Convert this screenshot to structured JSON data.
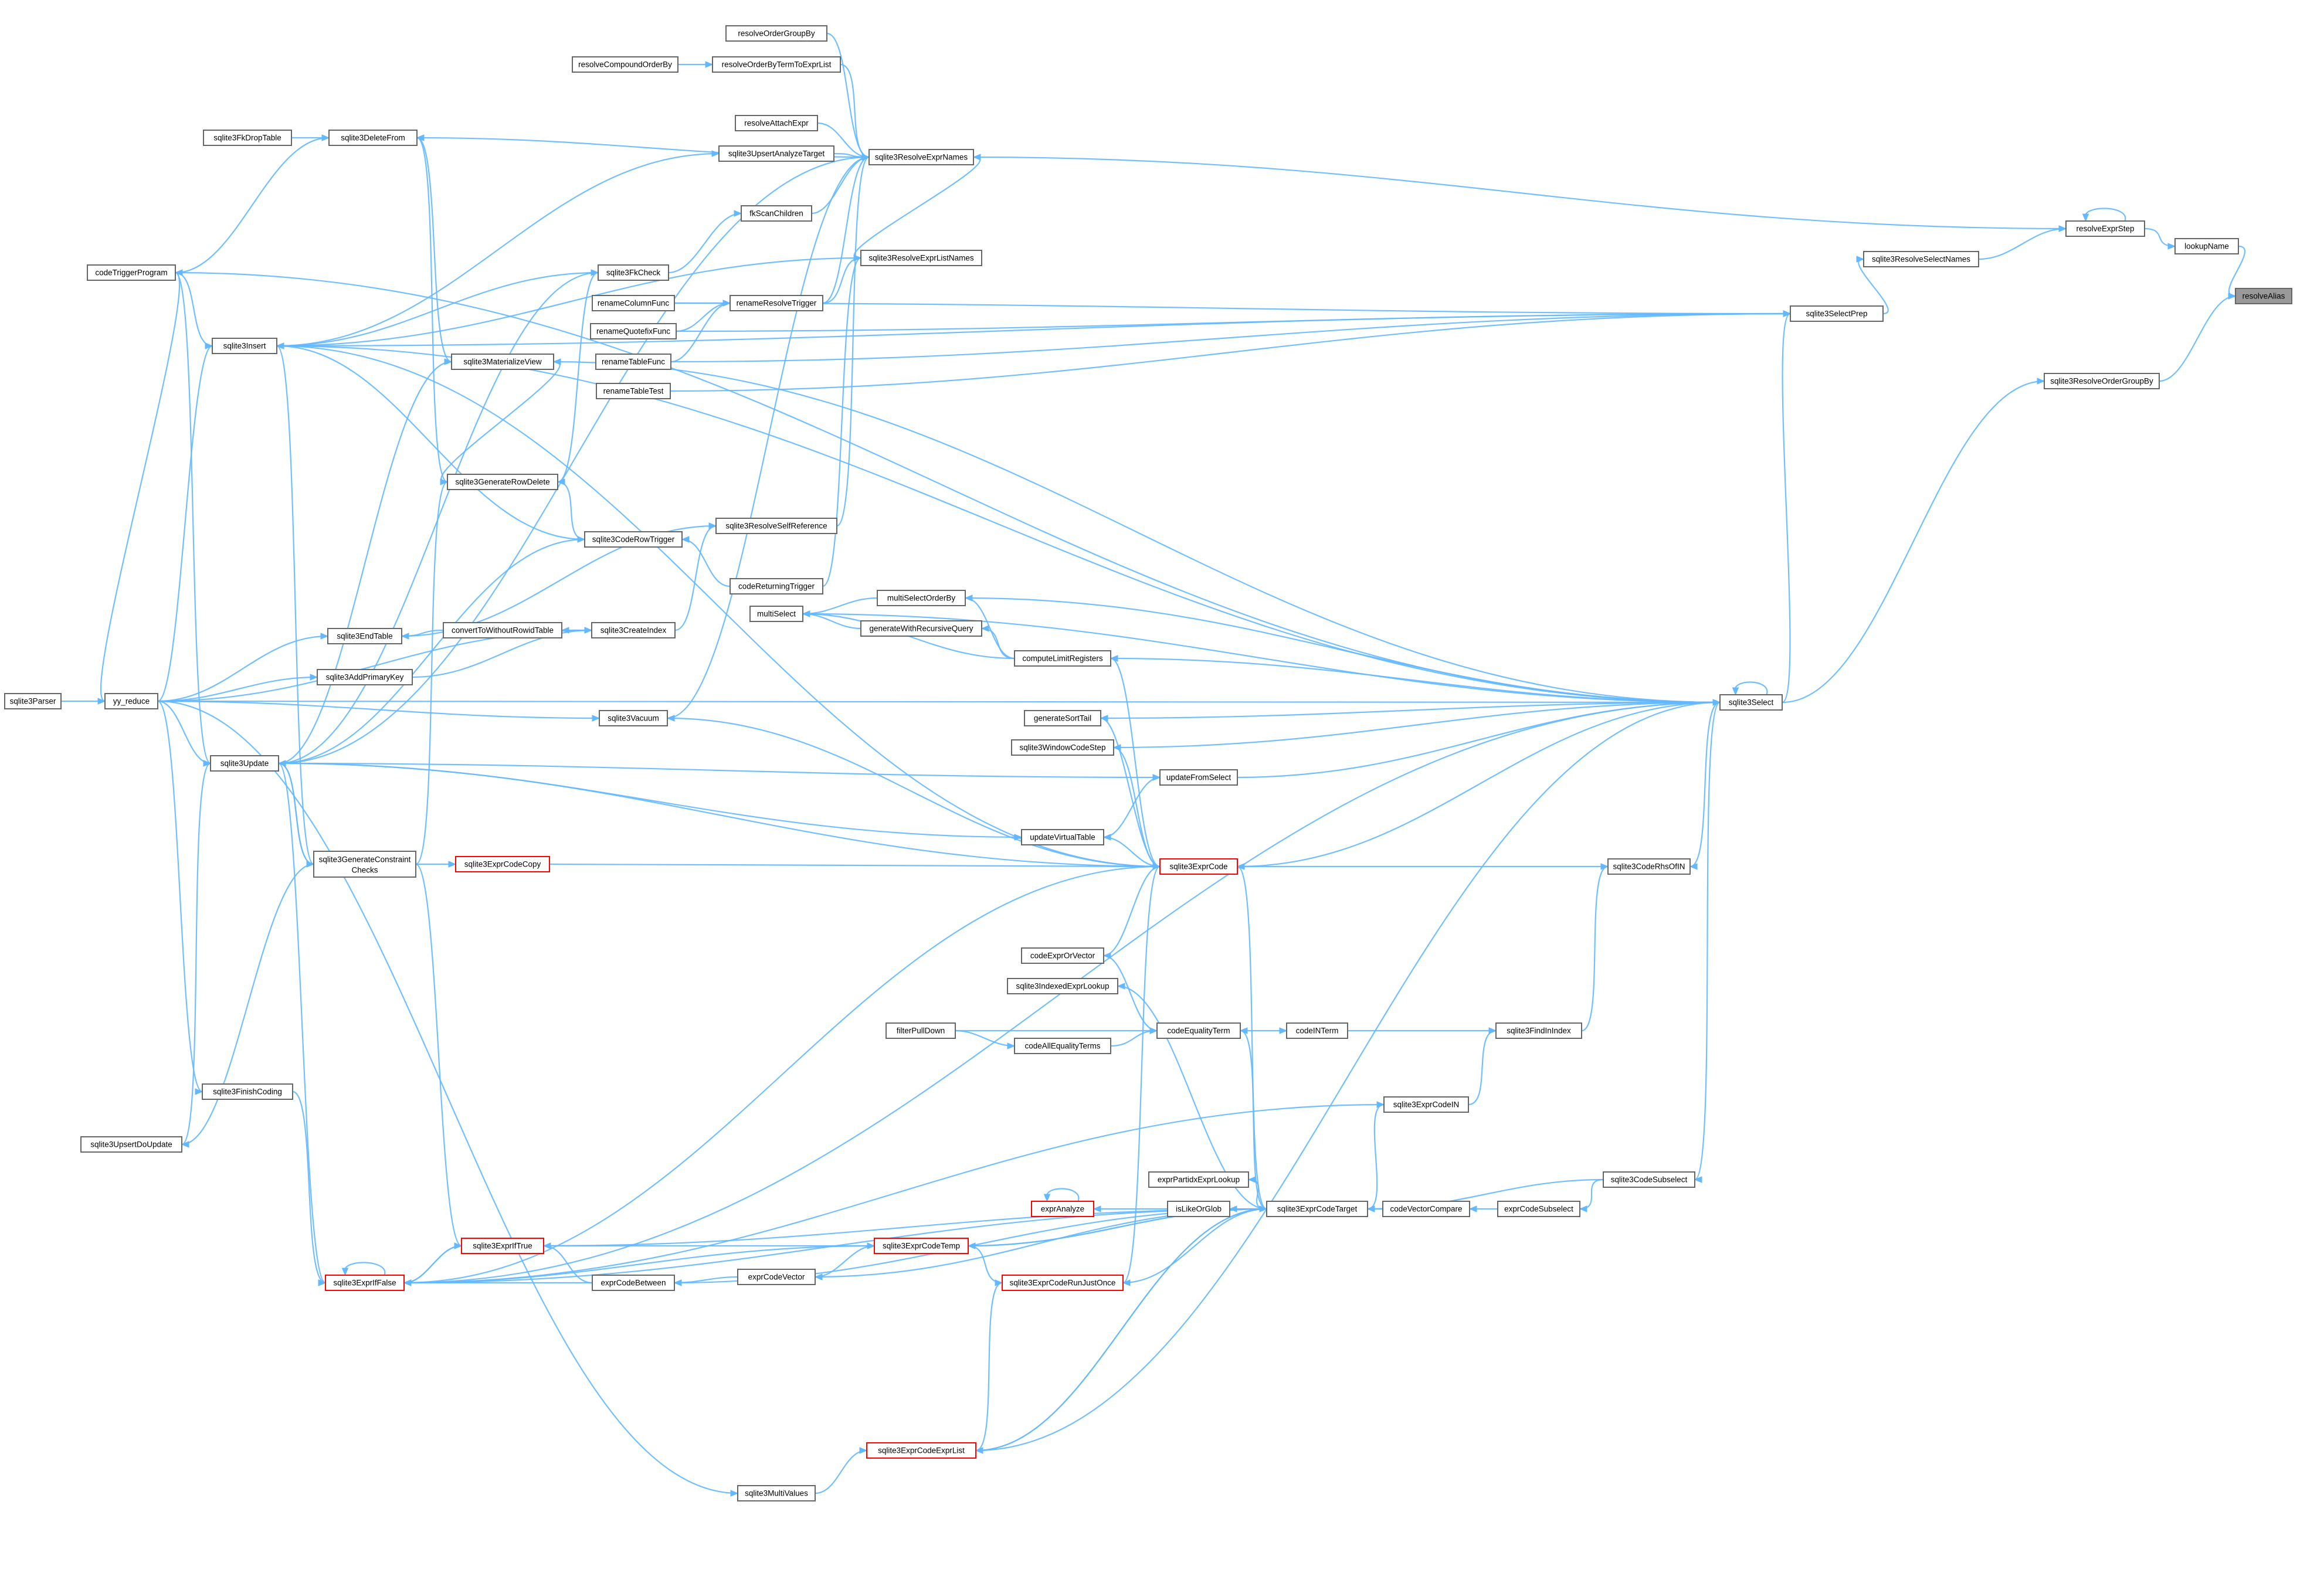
{
  "diagram": {
    "root": "resolveAlias",
    "nodes": [
      {
        "id": "resolveAlias",
        "label": "resolveAlias",
        "style": "root"
      },
      {
        "id": "lookupName",
        "label": "lookupName"
      },
      {
        "id": "sqlite3ResolveOrderGroupBy",
        "label": "sqlite3ResolveOrderGroupBy"
      },
      {
        "id": "resolveExprStep",
        "label": "resolveExprStep"
      },
      {
        "id": "sqlite3ResolveSelectNames",
        "label": "sqlite3ResolveSelectNames"
      },
      {
        "id": "sqlite3SelectPrep",
        "label": "sqlite3SelectPrep"
      },
      {
        "id": "sqlite3Select",
        "label": "sqlite3Select"
      },
      {
        "id": "resolveOrderGroupBy",
        "label": "resolveOrderGroupBy"
      },
      {
        "id": "resolveCompoundOrderBy",
        "label": "resolveCompoundOrderBy"
      },
      {
        "id": "resolveOrderByTermToExprList",
        "label": "resolveOrderByTermToExprList"
      },
      {
        "id": "resolveAttachExpr",
        "label": "resolveAttachExpr"
      },
      {
        "id": "sqlite3ResolveExprNames",
        "label": "sqlite3ResolveExprNames"
      },
      {
        "id": "sqlite3FkDropTable",
        "label": "sqlite3FkDropTable"
      },
      {
        "id": "sqlite3DeleteFrom",
        "label": "sqlite3DeleteFrom"
      },
      {
        "id": "sqlite3UpsertAnalyzeTarget",
        "label": "sqlite3UpsertAnalyzeTarget"
      },
      {
        "id": "fkScanChildren",
        "label": "fkScanChildren"
      },
      {
        "id": "codeTriggerProgram",
        "label": "codeTriggerProgram"
      },
      {
        "id": "sqlite3FkCheck",
        "label": "sqlite3FkCheck"
      },
      {
        "id": "sqlite3ResolveExprListNames",
        "label": "sqlite3ResolveExprListNames"
      },
      {
        "id": "renameColumnFunc",
        "label": "renameColumnFunc"
      },
      {
        "id": "renameResolveTrigger",
        "label": "renameResolveTrigger"
      },
      {
        "id": "renameQuotefixFunc",
        "label": "renameQuotefixFunc"
      },
      {
        "id": "sqlite3Insert",
        "label": "sqlite3Insert"
      },
      {
        "id": "renameTableFunc",
        "label": "renameTableFunc"
      },
      {
        "id": "sqlite3MaterializeView",
        "label": "sqlite3MaterializeView"
      },
      {
        "id": "renameTableTest",
        "label": "renameTableTest"
      },
      {
        "id": "sqlite3GenerateRowDelete",
        "label": "sqlite3GenerateRowDelete"
      },
      {
        "id": "sqlite3ResolveSelfReference",
        "label": "sqlite3ResolveSelfReference"
      },
      {
        "id": "sqlite3CodeRowTrigger",
        "label": "sqlite3CodeRowTrigger"
      },
      {
        "id": "codeReturningTrigger",
        "label": "codeReturningTrigger"
      },
      {
        "id": "multiSelectOrderBy",
        "label": "multiSelectOrderBy"
      },
      {
        "id": "multiSelect",
        "label": "multiSelect"
      },
      {
        "id": "sqlite3EndTable",
        "label": "sqlite3EndTable"
      },
      {
        "id": "convertToWithoutRowidTable",
        "label": "convertToWithoutRowidTable"
      },
      {
        "id": "sqlite3CreateIndex",
        "label": "sqlite3CreateIndex"
      },
      {
        "id": "generateWithRecursiveQuery",
        "label": "generateWithRecursiveQuery"
      },
      {
        "id": "computeLimitRegisters",
        "label": "computeLimitRegisters"
      },
      {
        "id": "sqlite3AddPrimaryKey",
        "label": "sqlite3AddPrimaryKey"
      },
      {
        "id": "sqlite3Parser",
        "label": "sqlite3Parser"
      },
      {
        "id": "yy_reduce",
        "label": "yy_reduce"
      },
      {
        "id": "sqlite3Vacuum",
        "label": "sqlite3Vacuum"
      },
      {
        "id": "generateSortTail",
        "label": "generateSortTail"
      },
      {
        "id": "sqlite3WindowCodeStep",
        "label": "sqlite3WindowCodeStep"
      },
      {
        "id": "sqlite3Update",
        "label": "sqlite3Update"
      },
      {
        "id": "updateFromSelect",
        "label": "updateFromSelect"
      },
      {
        "id": "updateVirtualTable",
        "label": "updateVirtualTable"
      },
      {
        "id": "sqlite3GenerateConstraintChecks",
        "label": "sqlite3GenerateConstraint",
        "label2": "Checks"
      },
      {
        "id": "sqlite3ExprCodeCopy",
        "label": "sqlite3ExprCodeCopy",
        "style": "red"
      },
      {
        "id": "sqlite3ExprCode",
        "label": "sqlite3ExprCode",
        "style": "red"
      },
      {
        "id": "sqlite3CodeRhsOfIN",
        "label": "sqlite3CodeRhsOfIN"
      },
      {
        "id": "codeExprOrVector",
        "label": "codeExprOrVector"
      },
      {
        "id": "sqlite3IndexedExprLookup",
        "label": "sqlite3IndexedExprLookup"
      },
      {
        "id": "filterPullDown",
        "label": "filterPullDown"
      },
      {
        "id": "codeEqualityTerm",
        "label": "codeEqualityTerm"
      },
      {
        "id": "codeINTerm",
        "label": "codeINTerm"
      },
      {
        "id": "sqlite3FindInIndex",
        "label": "sqlite3FindInIndex"
      },
      {
        "id": "codeAllEqualityTerms",
        "label": "codeAllEqualityTerms"
      },
      {
        "id": "sqlite3FinishCoding",
        "label": "sqlite3FinishCoding"
      },
      {
        "id": "sqlite3ExprCodeIN",
        "label": "sqlite3ExprCodeIN"
      },
      {
        "id": "sqlite3UpsertDoUpdate",
        "label": "sqlite3UpsertDoUpdate"
      },
      {
        "id": "exprPartidxExprLookup",
        "label": "exprPartidxExprLookup"
      },
      {
        "id": "sqlite3CodeSubselect",
        "label": "sqlite3CodeSubselect"
      },
      {
        "id": "exprAnalyze",
        "label": "exprAnalyze",
        "style": "red"
      },
      {
        "id": "isLikeOrGlob",
        "label": "isLikeOrGlob"
      },
      {
        "id": "sqlite3ExprCodeTarget",
        "label": "sqlite3ExprCodeTarget"
      },
      {
        "id": "codeVectorCompare",
        "label": "codeVectorCompare"
      },
      {
        "id": "exprCodeSubselect",
        "label": "exprCodeSubselect"
      },
      {
        "id": "sqlite3ExprIfTrue",
        "label": "sqlite3ExprIfTrue",
        "style": "red"
      },
      {
        "id": "sqlite3ExprCodeTemp",
        "label": "sqlite3ExprCodeTemp",
        "style": "red"
      },
      {
        "id": "sqlite3ExprIfFalse",
        "label": "sqlite3ExprIfFalse",
        "style": "red"
      },
      {
        "id": "exprCodeBetween",
        "label": "exprCodeBetween"
      },
      {
        "id": "exprCodeVector",
        "label": "exprCodeVector"
      },
      {
        "id": "sqlite3ExprCodeRunJustOnce",
        "label": "sqlite3ExprCodeRunJustOnce",
        "style": "red"
      },
      {
        "id": "sqlite3ExprCodeExprList",
        "label": "sqlite3ExprCodeExprList",
        "style": "red"
      },
      {
        "id": "sqlite3MultiValues",
        "label": "sqlite3MultiValues"
      }
    ],
    "edges": [
      [
        "lookupName",
        "resolveAlias"
      ],
      [
        "sqlite3ResolveOrderGroupBy",
        "resolveAlias"
      ],
      [
        "resolveExprStep",
        "lookupName"
      ],
      [
        "resolveExprStep",
        "resolveExprStep"
      ],
      [
        "sqlite3ResolveSelectNames",
        "resolveExprStep"
      ],
      [
        "sqlite3ResolveExprNames",
        "resolveExprStep"
      ],
      [
        "sqlite3SelectPrep",
        "sqlite3ResolveSelectNames"
      ],
      [
        "sqlite3Select",
        "sqlite3SelectPrep"
      ],
      [
        "sqlite3Select",
        "sqlite3ResolveOrderGroupBy"
      ],
      [
        "sqlite3Select",
        "sqlite3Select"
      ],
      [
        "resolveOrderGroupBy",
        "sqlite3ResolveExprNames"
      ],
      [
        "resolveCompoundOrderBy",
        "resolveOrderByTermToExprList"
      ],
      [
        "resolveOrderByTermToExprList",
        "sqlite3ResolveExprNames"
      ],
      [
        "resolveAttachExpr",
        "sqlite3ResolveExprNames"
      ],
      [
        "sqlite3FkDropTable",
        "sqlite3DeleteFrom"
      ],
      [
        "sqlite3UpsertAnalyzeTarget",
        "sqlite3ResolveExprNames"
      ],
      [
        "sqlite3DeleteFrom",
        "sqlite3ResolveExprNames"
      ],
      [
        "fkScanChildren",
        "sqlite3ResolveExprNames"
      ],
      [
        "codeTriggerProgram",
        "sqlite3DeleteFrom"
      ],
      [
        "sqlite3Insert",
        "sqlite3UpsertAnalyzeTarget"
      ],
      [
        "sqlite3FkCheck",
        "fkScanChildren"
      ],
      [
        "sqlite3ResolveExprListNames",
        "sqlite3ResolveExprNames"
      ],
      [
        "sqlite3ResolveSelfReference",
        "sqlite3ResolveExprNames"
      ],
      [
        "renameResolveTrigger",
        "sqlite3ResolveExprNames"
      ],
      [
        "renameResolveTrigger",
        "sqlite3ResolveExprListNames"
      ],
      [
        "renameColumnFunc",
        "renameResolveTrigger"
      ],
      [
        "renameQuotefixFunc",
        "renameResolveTrigger"
      ],
      [
        "renameTableFunc",
        "renameResolveTrigger"
      ],
      [
        "renameColumnFunc",
        "sqlite3SelectPrep"
      ],
      [
        "renameQuotefixFunc",
        "sqlite3SelectPrep"
      ],
      [
        "renameTableFunc",
        "sqlite3SelectPrep"
      ],
      [
        "renameTableTest",
        "sqlite3SelectPrep"
      ],
      [
        "sqlite3Insert",
        "sqlite3ResolveExprListNames"
      ],
      [
        "sqlite3Insert",
        "sqlite3SelectPrep"
      ],
      [
        "sqlite3Insert",
        "sqlite3Select"
      ],
      [
        "codeTriggerProgram",
        "sqlite3Insert"
      ],
      [
        "codeTriggerProgram",
        "sqlite3Select"
      ],
      [
        "sqlite3FkCheck",
        "sqlite3Insert"
      ],
      [
        "sqlite3MaterializeView",
        "sqlite3DeleteFrom"
      ],
      [
        "sqlite3MaterializeView",
        "sqlite3Select"
      ],
      [
        "sqlite3GenerateRowDelete",
        "sqlite3DeleteFrom"
      ],
      [
        "sqlite3GenerateRowDelete",
        "sqlite3MaterializeView"
      ],
      [
        "sqlite3GenerateRowDelete",
        "sqlite3FkCheck"
      ],
      [
        "sqlite3CodeRowTrigger",
        "sqlite3GenerateRowDelete"
      ],
      [
        "sqlite3CodeRowTrigger",
        "sqlite3Insert"
      ],
      [
        "codeReturningTrigger",
        "sqlite3CodeRowTrigger"
      ],
      [
        "codeReturningTrigger",
        "sqlite3ResolveExprListNames"
      ],
      [
        "sqlite3CreateIndex",
        "sqlite3ResolveSelfReference"
      ],
      [
        "sqlite3EndTable",
        "sqlite3ResolveSelfReference"
      ],
      [
        "convertToWithoutRowidTable",
        "sqlite3EndTable"
      ],
      [
        "sqlite3CreateIndex",
        "convertToWithoutRowidTable"
      ],
      [
        "sqlite3AddPrimaryKey",
        "sqlite3CreateIndex"
      ],
      [
        "multiSelectOrderBy",
        "multiSelect"
      ],
      [
        "generateWithRecursiveQuery",
        "multiSelect"
      ],
      [
        "computeLimitRegisters",
        "multiSelect"
      ],
      [
        "computeLimitRegisters",
        "multiSelectOrderBy"
      ],
      [
        "computeLimitRegisters",
        "generateWithRecursiveQuery"
      ],
      [
        "sqlite3Select",
        "multiSelect"
      ],
      [
        "sqlite3Select",
        "multiSelectOrderBy"
      ],
      [
        "sqlite3Select",
        "computeLimitRegisters"
      ],
      [
        "sqlite3Select",
        "generateSortTail"
      ],
      [
        "sqlite3Select",
        "sqlite3WindowCodeStep"
      ],
      [
        "sqlite3Select",
        "sqlite3ExprCode"
      ],
      [
        "sqlite3Parser",
        "yy_reduce"
      ],
      [
        "yy_reduce",
        "sqlite3EndTable"
      ],
      [
        "yy_reduce",
        "sqlite3AddPrimaryKey"
      ],
      [
        "yy_reduce",
        "sqlite3CreateIndex"
      ],
      [
        "yy_reduce",
        "sqlite3Vacuum"
      ],
      [
        "yy_reduce",
        "sqlite3Insert"
      ],
      [
        "yy_reduce",
        "sqlite3Update"
      ],
      [
        "yy_reduce",
        "sqlite3Select"
      ],
      [
        "yy_reduce",
        "sqlite3FinishCoding"
      ],
      [
        "yy_reduce",
        "codeTriggerProgram"
      ],
      [
        "yy_reduce",
        "sqlite3MultiValues"
      ],
      [
        "codeTriggerProgram",
        "sqlite3Update"
      ],
      [
        "sqlite3Vacuum",
        "sqlite3ResolveExprNames"
      ],
      [
        "sqlite3Update",
        "sqlite3MaterializeView"
      ],
      [
        "sqlite3Update",
        "sqlite3FkCheck"
      ],
      [
        "sqlite3Update",
        "sqlite3CodeRowTrigger"
      ],
      [
        "sqlite3Update",
        "sqlite3ResolveExprNames"
      ],
      [
        "sqlite3Update",
        "updateFromSelect"
      ],
      [
        "sqlite3Update",
        "updateVirtualTable"
      ],
      [
        "sqlite3Update",
        "sqlite3GenerateConstraintChecks"
      ],
      [
        "sqlite3Update",
        "sqlite3ExprCode"
      ],
      [
        "sqlite3UpsertDoUpdate",
        "sqlite3Update"
      ],
      [
        "sqlite3GenerateConstraintChecks",
        "sqlite3Insert"
      ],
      [
        "sqlite3GenerateConstraintChecks",
        "sqlite3Update"
      ],
      [
        "sqlite3GenerateConstraintChecks",
        "sqlite3UpsertDoUpdate"
      ],
      [
        "sqlite3GenerateConstraintChecks",
        "sqlite3GenerateRowDelete"
      ],
      [
        "sqlite3GenerateConstraintChecks",
        "sqlite3ExprCodeCopy"
      ],
      [
        "sqlite3ExprCodeCopy",
        "sqlite3ExprCode"
      ],
      [
        "updateFromSelect",
        "sqlite3Select"
      ],
      [
        "updateVirtualTable",
        "updateFromSelect"
      ],
      [
        "sqlite3ExprCode",
        "updateVirtualTable"
      ],
      [
        "sqlite3ExprCode",
        "generateSortTail"
      ],
      [
        "sqlite3ExprCode",
        "sqlite3WindowCodeStep"
      ],
      [
        "sqlite3ExprCode",
        "computeLimitRegisters"
      ],
      [
        "sqlite3ExprCode",
        "sqlite3Vacuum"
      ],
      [
        "sqlite3ExprCode",
        "sqlite3Insert"
      ],
      [
        "sqlite3CodeRhsOfIN",
        "sqlite3ExprCode"
      ],
      [
        "codeExprOrVector",
        "sqlite3ExprCode"
      ],
      [
        "sqlite3ExprCodeTarget",
        "sqlite3ExprCode"
      ],
      [
        "sqlite3FindInIndex",
        "sqlite3CodeRhsOfIN"
      ],
      [
        "codeINTerm",
        "sqlite3FindInIndex"
      ],
      [
        "codeEqualityTerm",
        "codeINTerm"
      ],
      [
        "codeEqualityTerm",
        "codeExprOrVector"
      ],
      [
        "filterPullDown",
        "codeEqualityTerm"
      ],
      [
        "codeAllEqualityTerms",
        "codeEqualityTerm"
      ],
      [
        "filterPullDown",
        "codeAllEqualityTerms"
      ],
      [
        "sqlite3ExprCodeIN",
        "sqlite3FindInIndex"
      ],
      [
        "sqlite3ExprCodeTarget",
        "sqlite3ExprCodeIN"
      ],
      [
        "sqlite3ExprCodeTarget",
        "codeEqualityTerm"
      ],
      [
        "sqlite3ExprCodeTarget",
        "sqlite3IndexedExprLookup"
      ],
      [
        "sqlite3ExprCodeTarget",
        "exprPartidxExprLookup"
      ],
      [
        "sqlite3ExprCodeTarget",
        "isLikeOrGlob"
      ],
      [
        "isLikeOrGlob",
        "exprAnalyze"
      ],
      [
        "exprAnalyze",
        "exprAnalyze"
      ],
      [
        "codeVectorCompare",
        "sqlite3ExprCodeTarget"
      ],
      [
        "exprCodeSubselect",
        "codeVectorCompare"
      ],
      [
        "sqlite3CodeSubselect",
        "exprCodeSubselect"
      ],
      [
        "sqlite3CodeSubselect",
        "sqlite3ExprCodeTarget"
      ],
      [
        "sqlite3Select",
        "sqlite3CodeSubselect"
      ],
      [
        "sqlite3Select",
        "sqlite3CodeRhsOfIN"
      ],
      [
        "sqlite3Select",
        "sqlite3ExprCodeExprList"
      ],
      [
        "sqlite3ExprCodeTemp",
        "sqlite3ExprCodeTarget"
      ],
      [
        "sqlite3ExprCodeTarget",
        "sqlite3ExprCodeTemp"
      ],
      [
        "sqlite3ExprIfTrue",
        "sqlite3ExprCodeTemp"
      ],
      [
        "sqlite3ExprIfFalse",
        "sqlite3ExprCodeTemp"
      ],
      [
        "exprCodeBetween",
        "sqlite3ExprIfTrue"
      ],
      [
        "exprCodeBetween",
        "sqlite3ExprIfFalse"
      ],
      [
        "sqlite3ExprIfTrue",
        "sqlite3ExprIfFalse"
      ],
      [
        "sqlite3ExprIfFalse",
        "sqlite3ExprIfTrue"
      ],
      [
        "sqlite3ExprIfFalse",
        "sqlite3ExprIfFalse"
      ],
      [
        "exprCodeVector",
        "exprCodeBetween"
      ],
      [
        "sqlite3ExprCodeTemp",
        "exprCodeVector"
      ],
      [
        "sqlite3ExprCodeTarget",
        "exprCodeVector"
      ],
      [
        "sqlite3ExprCodeRunJustOnce",
        "sqlite3ExprCodeTemp"
      ],
      [
        "sqlite3ExprCodeRunJustOnce",
        "sqlite3ExprCode"
      ],
      [
        "sqlite3ExprCodeTarget",
        "sqlite3ExprCodeRunJustOnce"
      ],
      [
        "sqlite3ExprCodeExprList",
        "sqlite3ExprCodeRunJustOnce"
      ],
      [
        "sqlite3ExprCodeExprList",
        "sqlite3ExprCodeTarget"
      ],
      [
        "sqlite3ExprCodeTarget",
        "sqlite3ExprCodeExprList"
      ],
      [
        "sqlite3MultiValues",
        "sqlite3ExprCodeExprList"
      ],
      [
        "sqlite3ExprCodeIN",
        "sqlite3ExprIfFalse"
      ],
      [
        "sqlite3ExprCodeTarget",
        "sqlite3ExprIfTrue"
      ],
      [
        "sqlite3ExprCodeTarget",
        "sqlite3ExprIfFalse"
      ],
      [
        "sqlite3ExprCodeTarget",
        "exprCodeBetween"
      ],
      [
        "sqlite3GenerateConstraintChecks",
        "sqlite3ExprIfTrue"
      ],
      [
        "sqlite3Update",
        "sqlite3ExprIfFalse"
      ],
      [
        "sqlite3FinishCoding",
        "sqlite3ExprIfFalse"
      ],
      [
        "sqlite3ExprCode",
        "sqlite3ExprIfFalse"
      ],
      [
        "sqlite3Select",
        "sqlite3ExprIfFalse"
      ]
    ]
  }
}
